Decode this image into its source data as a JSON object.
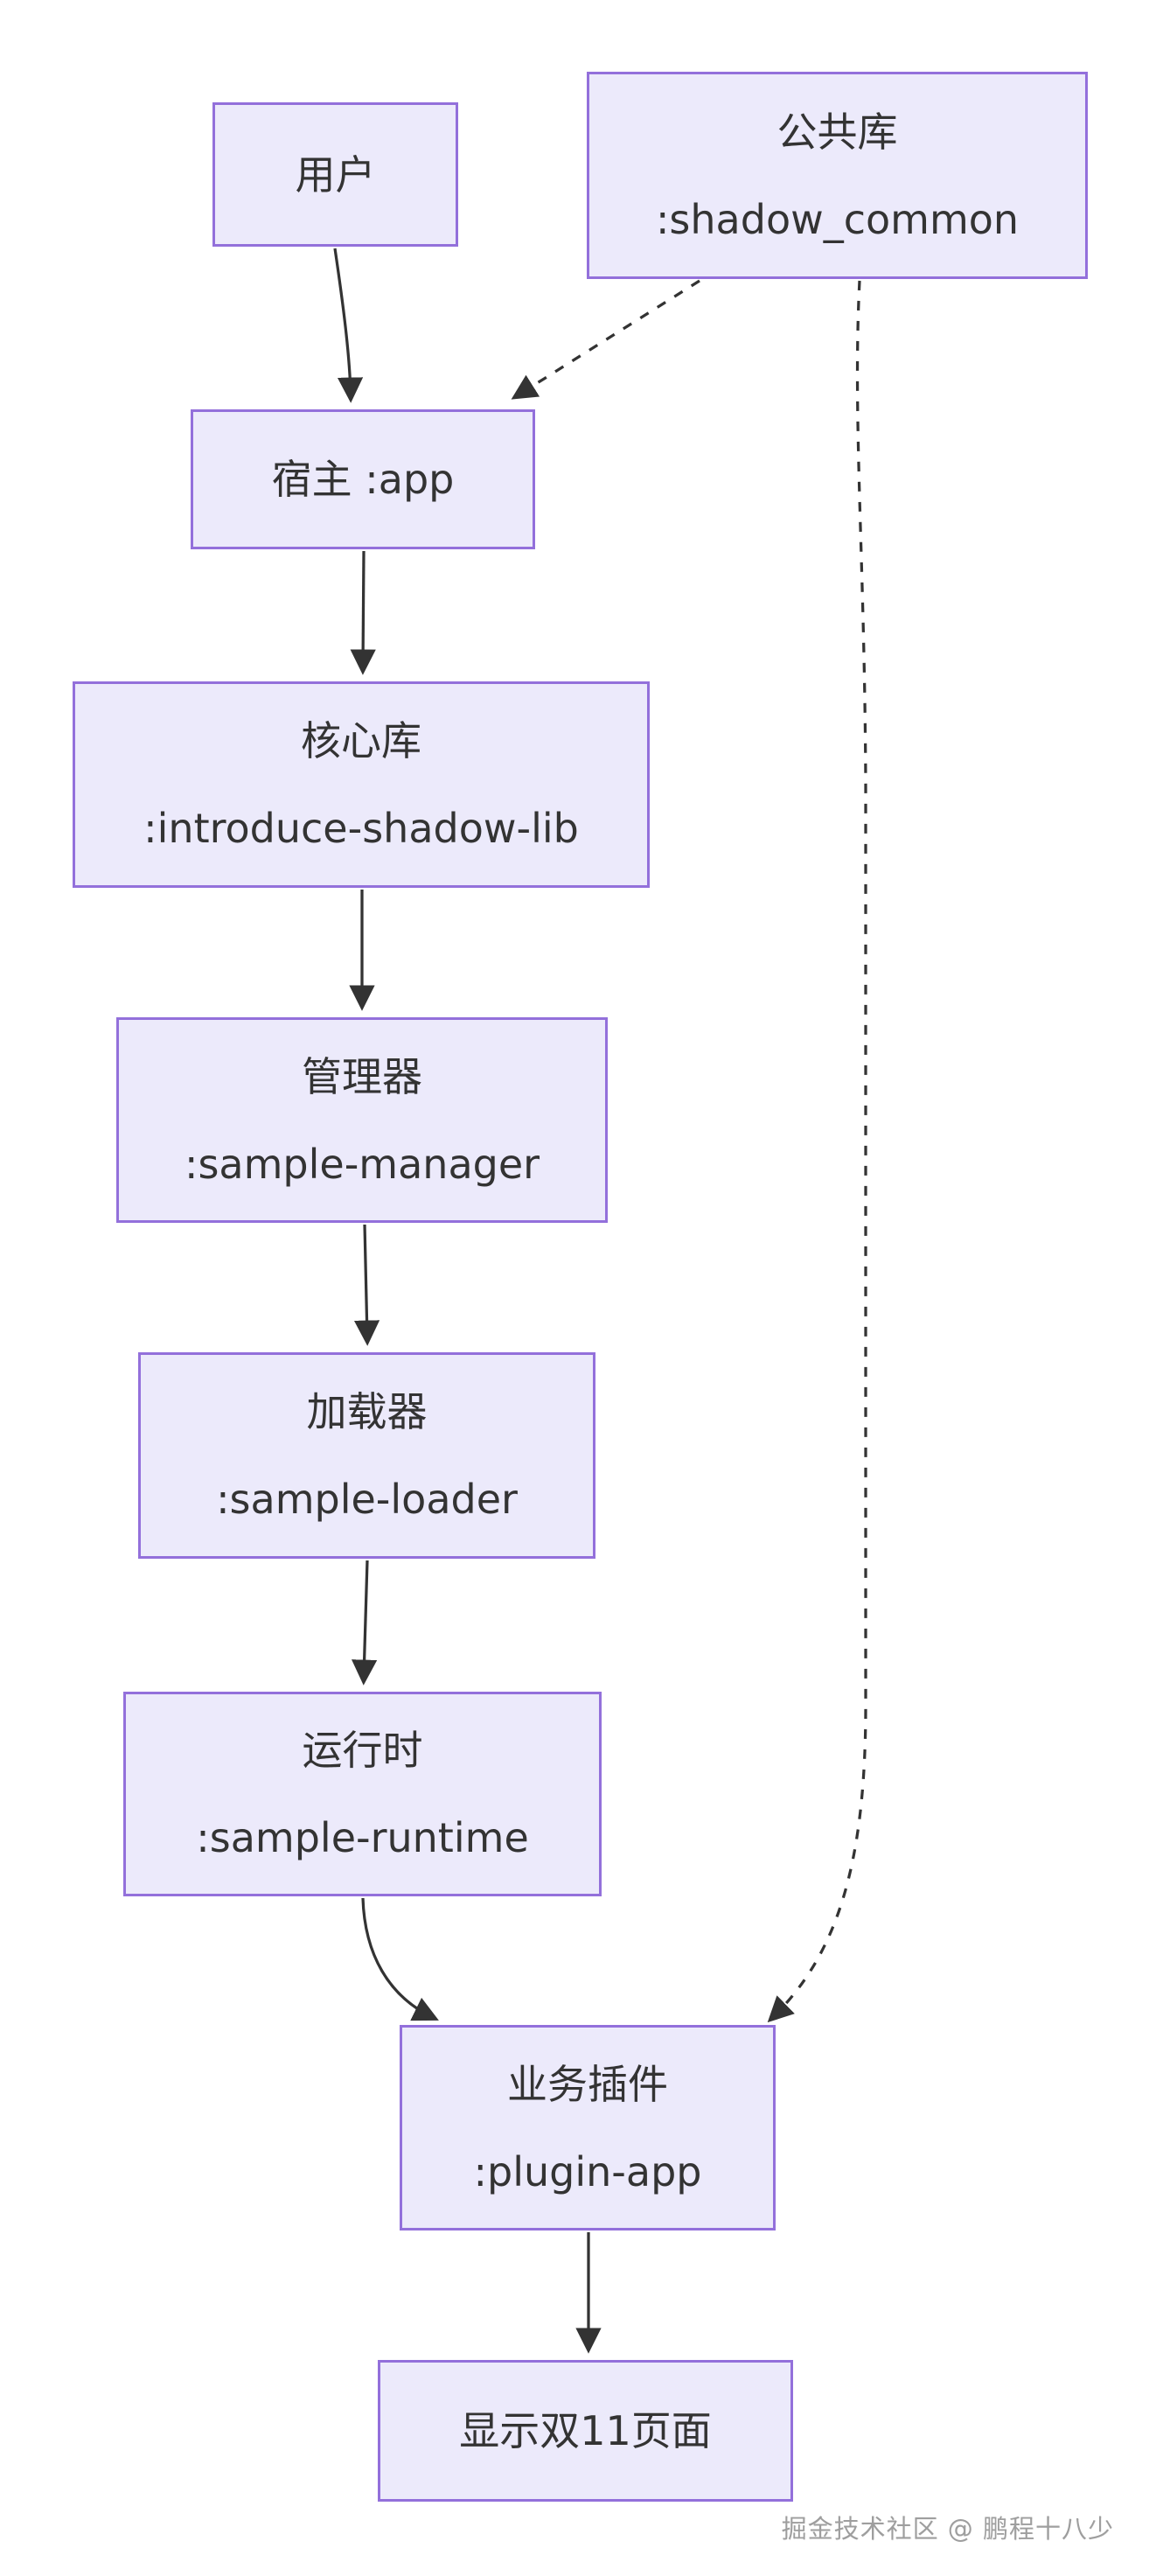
{
  "diagram": {
    "nodes": {
      "user": {
        "label": "用户"
      },
      "common": {
        "line1": "公共库",
        "line2": ":shadow_common"
      },
      "host": {
        "label": "宿主 :app"
      },
      "core": {
        "line1": "核心库",
        "line2": ":introduce-shadow-lib"
      },
      "manager": {
        "line1": "管理器",
        "line2": ":sample-manager"
      },
      "loader": {
        "line1": "加载器",
        "line2": ":sample-loader"
      },
      "runtime": {
        "line1": "运行时",
        "line2": ":sample-runtime"
      },
      "plugin": {
        "line1": "业务插件",
        "line2": ":plugin-app"
      },
      "result": {
        "label": "显示双11页面"
      }
    },
    "edges": [
      {
        "from": "用户",
        "to": "宿主 :app",
        "style": "solid"
      },
      {
        "from": "公共库 :shadow_common",
        "to": "宿主 :app",
        "style": "dotted"
      },
      {
        "from": "公共库 :shadow_common",
        "to": "业务插件 :plugin-app",
        "style": "dotted"
      },
      {
        "from": "宿主 :app",
        "to": "核心库 :introduce-shadow-lib",
        "style": "solid"
      },
      {
        "from": "核心库 :introduce-shadow-lib",
        "to": "管理器 :sample-manager",
        "style": "solid"
      },
      {
        "from": "管理器 :sample-manager",
        "to": "加载器 :sample-loader",
        "style": "solid"
      },
      {
        "from": "加载器 :sample-loader",
        "to": "运行时 :sample-runtime",
        "style": "solid"
      },
      {
        "from": "运行时 :sample-runtime",
        "to": "业务插件 :plugin-app",
        "style": "solid"
      },
      {
        "from": "业务插件 :plugin-app",
        "to": "显示双11页面",
        "style": "solid"
      }
    ],
    "colors": {
      "node_fill": "#ECEAFB",
      "node_border": "#9370DB",
      "edge": "#333333",
      "text": "#333333"
    }
  },
  "watermark": "掘金技术社区 @ 鹏程十八少"
}
